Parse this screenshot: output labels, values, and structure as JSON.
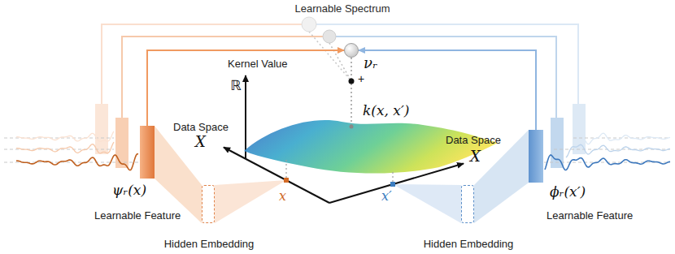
{
  "diagram": {
    "nodes": [
      {
        "text": [
          "Learnable Spectrum",
          "νᵣ"
        ]
      },
      {
        "text": [
          "ψᵣ(x)",
          "Learnable Feature"
        ]
      },
      {
        "text": [
          "Hidden Embedding"
        ]
      },
      {
        "text": [
          "ϕᵣ(x′)",
          "Learnable Feature"
        ]
      },
      {
        "text": [
          "Hidden Embedding"
        ]
      }
    ],
    "edges": [
      {
        "from": 1,
        "to": 0,
        "arrow": "to"
      },
      {
        "from": 3,
        "to": 0,
        "arrow": "to"
      }
    ],
    "labels": [
      "Kernel Value",
      "ℝ",
      "+",
      "k(x, x′)",
      "Data Space",
      "X",
      "x",
      "x′",
      "Data Space",
      "X"
    ]
  }
}
